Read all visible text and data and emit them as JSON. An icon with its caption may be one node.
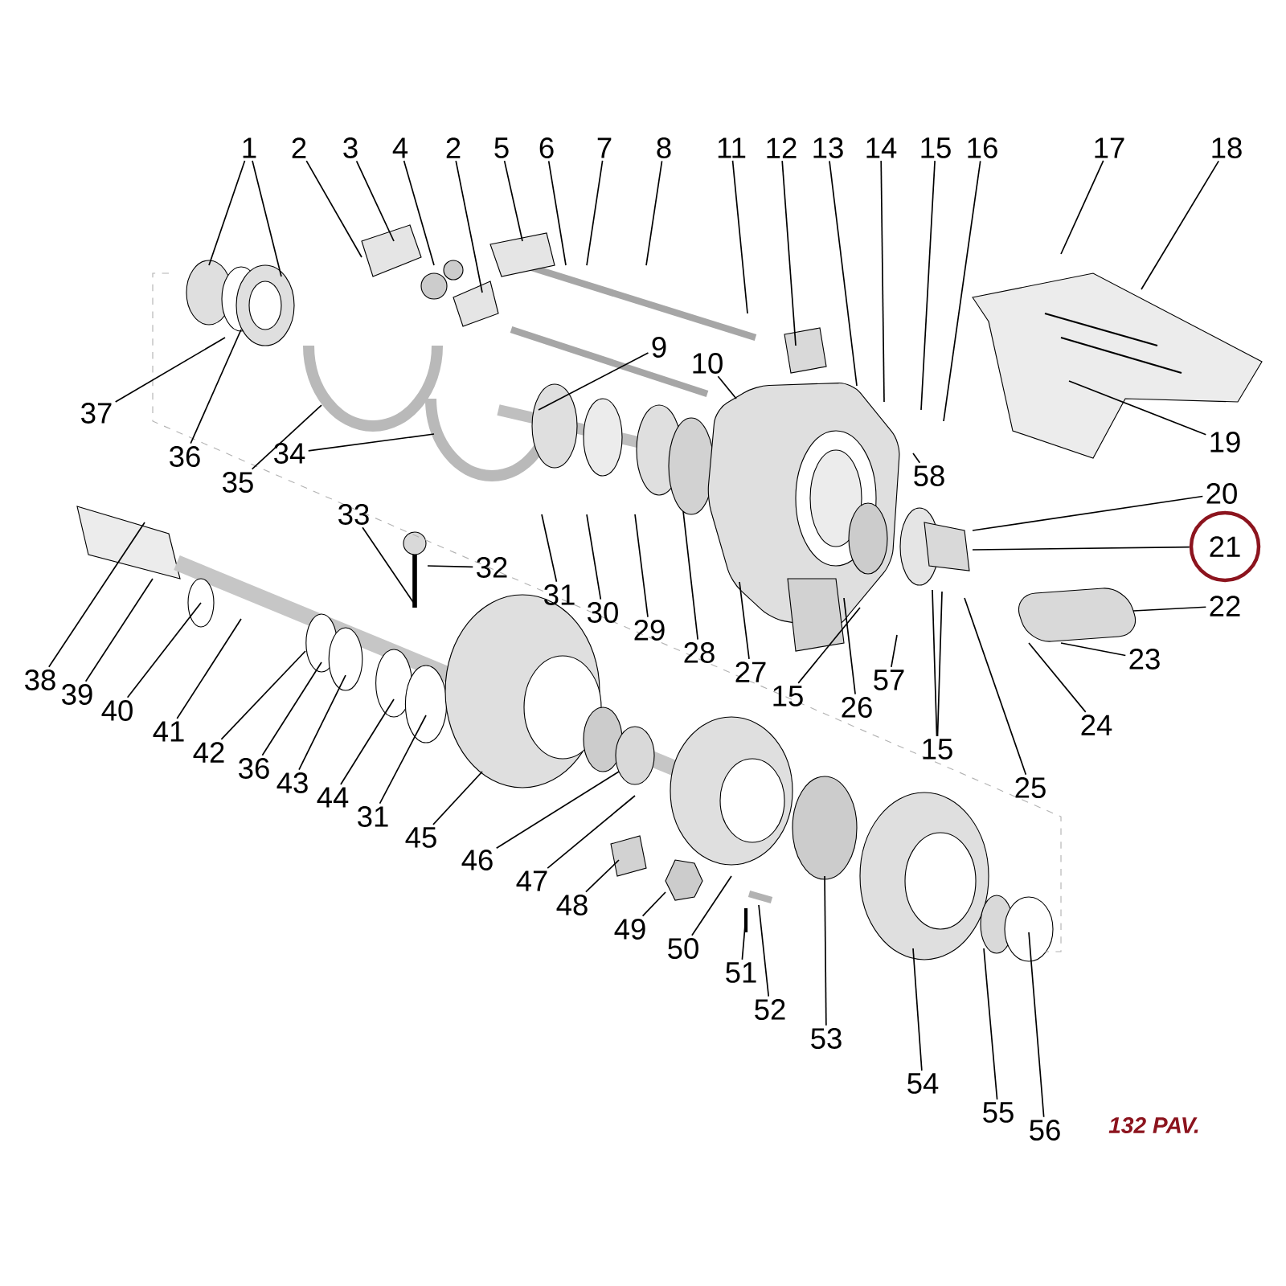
{
  "diagram": {
    "nodes": [
      {
        "text": [
          "1"
        ]
      },
      {
        "text": [
          "2"
        ]
      },
      {
        "text": [
          "3"
        ]
      },
      {
        "text": [
          "4"
        ]
      },
      {
        "text": [
          "2"
        ]
      },
      {
        "text": [
          "5"
        ]
      },
      {
        "text": [
          "6"
        ]
      },
      {
        "text": [
          "7"
        ]
      },
      {
        "text": [
          "8"
        ]
      },
      {
        "text": [
          "11"
        ]
      },
      {
        "text": [
          "12"
        ]
      },
      {
        "text": [
          "13"
        ]
      },
      {
        "text": [
          "14"
        ]
      },
      {
        "text": [
          "15"
        ]
      },
      {
        "text": [
          "16"
        ]
      },
      {
        "text": [
          "17"
        ]
      },
      {
        "text": [
          "18"
        ]
      },
      {
        "text": [
          "9"
        ]
      },
      {
        "text": [
          "10"
        ]
      },
      {
        "text": [
          "19"
        ]
      },
      {
        "text": [
          "58"
        ]
      },
      {
        "text": [
          "20"
        ]
      },
      {
        "text": [
          "21"
        ]
      },
      {
        "text": [
          "22"
        ]
      },
      {
        "text": [
          "23"
        ]
      },
      {
        "text": [
          "24"
        ]
      },
      {
        "text": [
          "37"
        ]
      },
      {
        "text": [
          "36"
        ]
      },
      {
        "text": [
          "35"
        ]
      },
      {
        "text": [
          "34"
        ]
      },
      {
        "text": [
          "33"
        ]
      },
      {
        "text": [
          "32"
        ]
      },
      {
        "text": [
          "31"
        ]
      },
      {
        "text": [
          "30"
        ]
      },
      {
        "text": [
          "29"
        ]
      },
      {
        "text": [
          "28"
        ]
      },
      {
        "text": [
          "27"
        ]
      },
      {
        "text": [
          "15"
        ]
      },
      {
        "text": [
          "26"
        ]
      },
      {
        "text": [
          "57"
        ]
      },
      {
        "text": [
          "15"
        ]
      },
      {
        "text": [
          "25"
        ]
      },
      {
        "text": [
          "38"
        ]
      },
      {
        "text": [
          "39"
        ]
      },
      {
        "text": [
          "40"
        ]
      },
      {
        "text": [
          "41"
        ]
      },
      {
        "text": [
          "42"
        ]
      },
      {
        "text": [
          "36"
        ]
      },
      {
        "text": [
          "43"
        ]
      },
      {
        "text": [
          "44"
        ]
      },
      {
        "text": [
          "31"
        ]
      },
      {
        "text": [
          "45"
        ]
      },
      {
        "text": [
          "46"
        ]
      },
      {
        "text": [
          "47"
        ]
      },
      {
        "text": [
          "48"
        ]
      },
      {
        "text": [
          "49"
        ]
      },
      {
        "text": [
          "50"
        ]
      },
      {
        "text": [
          "51"
        ]
      },
      {
        "text": [
          "52"
        ]
      },
      {
        "text": [
          "53"
        ]
      },
      {
        "text": [
          "54"
        ]
      },
      {
        "text": [
          "55"
        ]
      },
      {
        "text": [
          "56"
        ]
      }
    ],
    "edges": [
      {
        "from": 0,
        "to": null,
        "arrow": "none"
      },
      {
        "from": 0,
        "to": null,
        "arrow": "none"
      },
      {
        "from": 1,
        "to": null,
        "arrow": "none"
      },
      {
        "from": 2,
        "to": null,
        "arrow": "none"
      },
      {
        "from": 3,
        "to": null,
        "arrow": "none"
      },
      {
        "from": 4,
        "to": null,
        "arrow": "none"
      },
      {
        "from": 5,
        "to": null,
        "arrow": "none"
      },
      {
        "from": 6,
        "to": null,
        "arrow": "none"
      },
      {
        "from": 7,
        "to": null,
        "arrow": "none"
      },
      {
        "from": 8,
        "to": null,
        "arrow": "none"
      },
      {
        "from": 9,
        "to": null,
        "arrow": "none"
      },
      {
        "from": 10,
        "to": null,
        "arrow": "none"
      },
      {
        "from": 11,
        "to": null,
        "arrow": "none"
      },
      {
        "from": 12,
        "to": null,
        "arrow": "none"
      },
      {
        "from": 13,
        "to": null,
        "arrow": "none"
      },
      {
        "from": 14,
        "to": null,
        "arrow": "none"
      },
      {
        "from": 15,
        "to": null,
        "arrow": "none"
      },
      {
        "from": 16,
        "to": null,
        "arrow": "none"
      },
      {
        "from": 17,
        "to": null,
        "arrow": "none"
      },
      {
        "from": 18,
        "to": null,
        "arrow": "none"
      },
      {
        "from": 19,
        "to": null,
        "arrow": "none"
      },
      {
        "from": 20,
        "to": null,
        "arrow": "none"
      },
      {
        "from": 21,
        "to": null,
        "arrow": "none"
      },
      {
        "from": 22,
        "to": null,
        "arrow": "none"
      },
      {
        "from": 23,
        "to": null,
        "arrow": "none"
      },
      {
        "from": 24,
        "to": null,
        "arrow": "none"
      },
      {
        "from": 25,
        "to": null,
        "arrow": "none"
      },
      {
        "from": 26,
        "to": null,
        "arrow": "none"
      },
      {
        "from": 27,
        "to": null,
        "arrow": "none"
      },
      {
        "from": 28,
        "to": null,
        "arrow": "none"
      },
      {
        "from": 29,
        "to": null,
        "arrow": "none"
      },
      {
        "from": 30,
        "to": null,
        "arrow": "none"
      },
      {
        "from": 31,
        "to": null,
        "arrow": "none"
      },
      {
        "from": 32,
        "to": null,
        "arrow": "none"
      },
      {
        "from": 33,
        "to": null,
        "arrow": "none"
      },
      {
        "from": 34,
        "to": null,
        "arrow": "none"
      },
      {
        "from": 35,
        "to": null,
        "arrow": "none"
      },
      {
        "from": 36,
        "to": null,
        "arrow": "none"
      },
      {
        "from": 37,
        "to": null,
        "arrow": "none"
      },
      {
        "from": 38,
        "to": null,
        "arrow": "none"
      },
      {
        "from": 39,
        "to": null,
        "arrow": "none"
      },
      {
        "from": 40,
        "to": null,
        "arrow": "none"
      },
      {
        "from": 40,
        "to": null,
        "arrow": "none"
      },
      {
        "from": 41,
        "to": null,
        "arrow": "none"
      },
      {
        "from": 42,
        "to": null,
        "arrow": "none"
      },
      {
        "from": 43,
        "to": null,
        "arrow": "none"
      },
      {
        "from": 44,
        "to": null,
        "arrow": "none"
      },
      {
        "from": 45,
        "to": null,
        "arrow": "none"
      },
      {
        "from": 46,
        "to": null,
        "arrow": "none"
      },
      {
        "from": 47,
        "to": null,
        "arrow": "none"
      },
      {
        "from": 48,
        "to": null,
        "arrow": "none"
      },
      {
        "from": 49,
        "to": null,
        "arrow": "none"
      },
      {
        "from": 50,
        "to": null,
        "arrow": "none"
      },
      {
        "from": 51,
        "to": null,
        "arrow": "none"
      },
      {
        "from": 52,
        "to": null,
        "arrow": "none"
      },
      {
        "from": 53,
        "to": null,
        "arrow": "none"
      },
      {
        "from": 54,
        "to": null,
        "arrow": "none"
      },
      {
        "from": 55,
        "to": null,
        "arrow": "none"
      },
      {
        "from": 56,
        "to": null,
        "arrow": "none"
      },
      {
        "from": 57,
        "to": null,
        "arrow": "none"
      },
      {
        "from": 58,
        "to": null,
        "arrow": "none"
      },
      {
        "from": 59,
        "to": null,
        "arrow": "none"
      },
      {
        "from": 60,
        "to": null,
        "arrow": "none"
      },
      {
        "from": 61,
        "to": null,
        "arrow": "none"
      },
      {
        "from": 62,
        "to": null,
        "arrow": "none"
      }
    ],
    "labels": [
      "132 PAV."
    ]
  }
}
